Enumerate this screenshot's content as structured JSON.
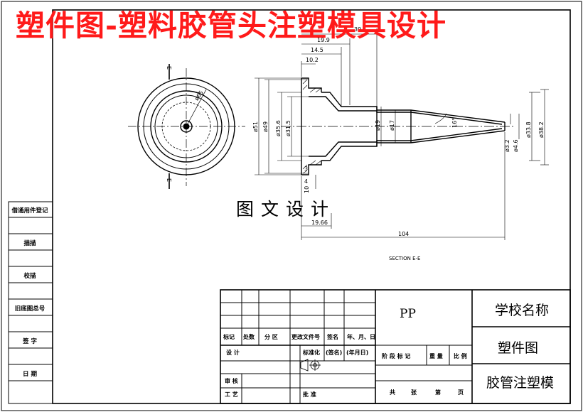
{
  "title": "塑件图-塑料胶管头注塑模具设计",
  "watermark": "图文设计",
  "side_panel": {
    "labels": [
      "借通用件登记",
      "描描",
      "校描",
      "旧底图总号",
      "签 字",
      "日 期"
    ]
  },
  "drawing": {
    "section_label": "SECTION E-E",
    "cut_marker": "E",
    "dimensions": {
      "d65": "ø65",
      "top_39": "39",
      "top_19_9": "19.9",
      "top_14_5": "14.5",
      "top_10_2": "10.2",
      "d51": "ø51",
      "d49": "ø49",
      "d35_6": "ø35.6",
      "d31_5": "ø31.5",
      "d19": "ø19",
      "d17": "ø17",
      "angle_16": "16°",
      "d3_2": "ø3.2",
      "d4_6": "ø4.6",
      "d33_8": "ø33.8",
      "d38_2": "ø38.2",
      "dim_3": "3",
      "dim_4": "4",
      "dim_10": "10",
      "dim_19_66": "19.66",
      "dim_104": "104"
    }
  },
  "title_block": {
    "material": "PP",
    "school": "学校名称",
    "drawing_type": "塑件图",
    "part_name": "胶管注塑模",
    "revision_headers": [
      "标记",
      "处数",
      "分 区",
      "更改文件号",
      "签名",
      "年、月、日"
    ],
    "row_design": "设 计",
    "standardize": "标准化",
    "signature": "(签名)",
    "date": "(年月日)",
    "stage_headers": [
      "阶 段 标 记",
      "重 量",
      "比 例"
    ],
    "review": "审 核",
    "process": "工 艺",
    "approve": "批 准",
    "sheet_labels": [
      "共",
      "张",
      "第",
      "页"
    ]
  }
}
